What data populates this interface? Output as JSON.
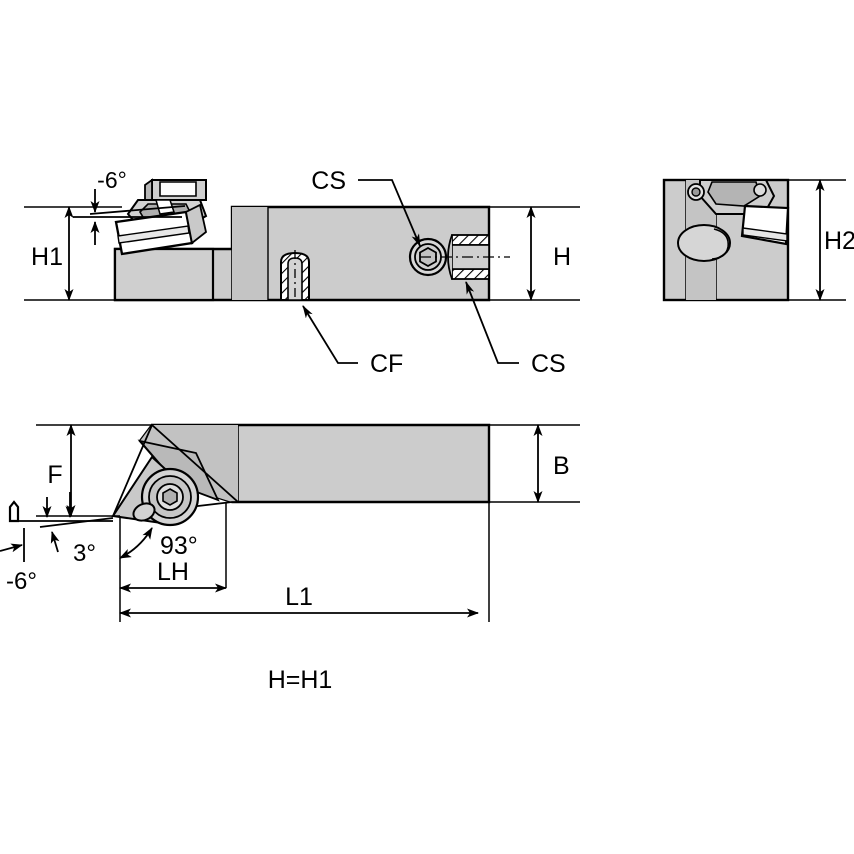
{
  "drawing": {
    "title": "Turning Tool Holder — Technical Dimension Drawing",
    "background": "#ffffff",
    "line_color": "#000000",
    "body_fill": "#cccccc",
    "body_fill_light": "#d9d9d9",
    "body_fill_dark": "#b3b3b3",
    "insert_fill": "#ffffff"
  },
  "views": {
    "side": {
      "name": "side-elevation-view"
    },
    "end": {
      "name": "end-view"
    },
    "plan": {
      "name": "plan-view"
    }
  },
  "labels": {
    "h1": "H1",
    "h": "H",
    "h2": "H2",
    "b": "B",
    "f": "F",
    "lh": "LH",
    "l1": "L1",
    "cs_top": "CS",
    "cs_bottom": "CS",
    "cf": "CF",
    "angle_neg6_top": "-6°",
    "angle_neg6_bottom": "-6°",
    "angle_3": "3°",
    "angle_93": "93°",
    "note": "H=H1"
  }
}
